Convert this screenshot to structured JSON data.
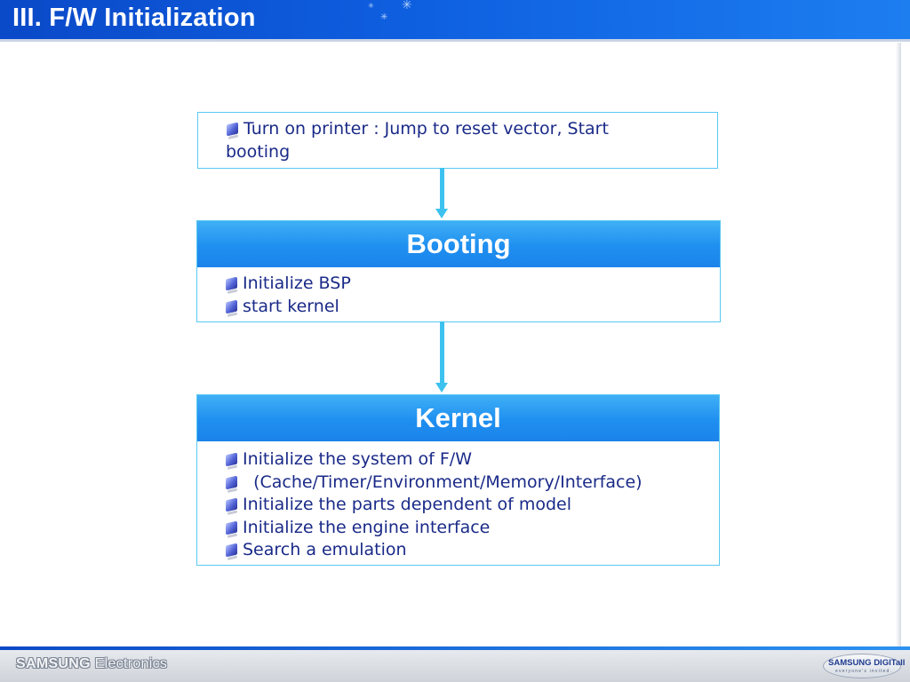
{
  "slide": {
    "title": "III. F/W Initialization"
  },
  "step_box": {
    "text": "Turn on printer : Jump to reset vector, Start",
    "text_cont": "booting"
  },
  "booting": {
    "heading": "Booting",
    "items": [
      "Initialize BSP",
      "start kernel"
    ]
  },
  "kernel": {
    "heading": "Kernel",
    "items": [
      "Initialize the system of F/W",
      "  (Cache/Timer/Environment/Memory/Interface)",
      "Initialize the parts dependent of model",
      "Initialize the engine interface",
      "Search a emulation"
    ]
  },
  "footer": {
    "brand_bold": "SAMSUNG",
    "brand_light": "Electronics",
    "logo_text": "SAMSUNG DIGITall",
    "logo_tagline": "everyone's invited."
  },
  "colors": {
    "header_blue": "#0e5fe0",
    "box_border": "#5bc8f2",
    "box_head": "#1f8ff0",
    "item_text": "#1a2a88",
    "arrow": "#3dc2ef"
  }
}
